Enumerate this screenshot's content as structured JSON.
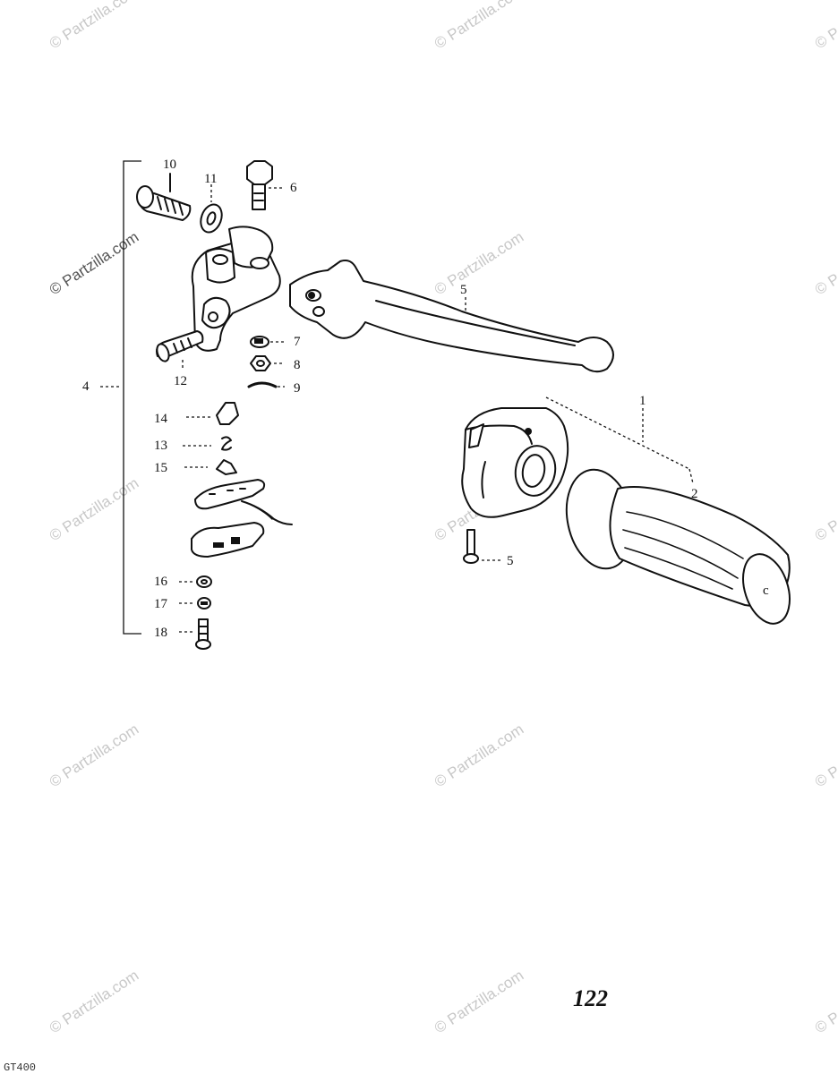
{
  "watermark": "© Partzilla.com",
  "page_number": "122",
  "model_code": "GT400",
  "assembly_label": "4",
  "callouts": {
    "c1": "1",
    "c2": "2",
    "c5a": "5",
    "c5b": "5",
    "c6": "6",
    "c7": "7",
    "c8": "8",
    "c9": "9",
    "c10": "10",
    "c11": "11",
    "c12": "12",
    "c13": "13",
    "c14": "14",
    "c15": "15",
    "c16": "16",
    "c17": "17",
    "c18": "18"
  },
  "colors": {
    "ink": "#111111",
    "watermark": "#c8c8c8",
    "paper": "#ffffff"
  }
}
